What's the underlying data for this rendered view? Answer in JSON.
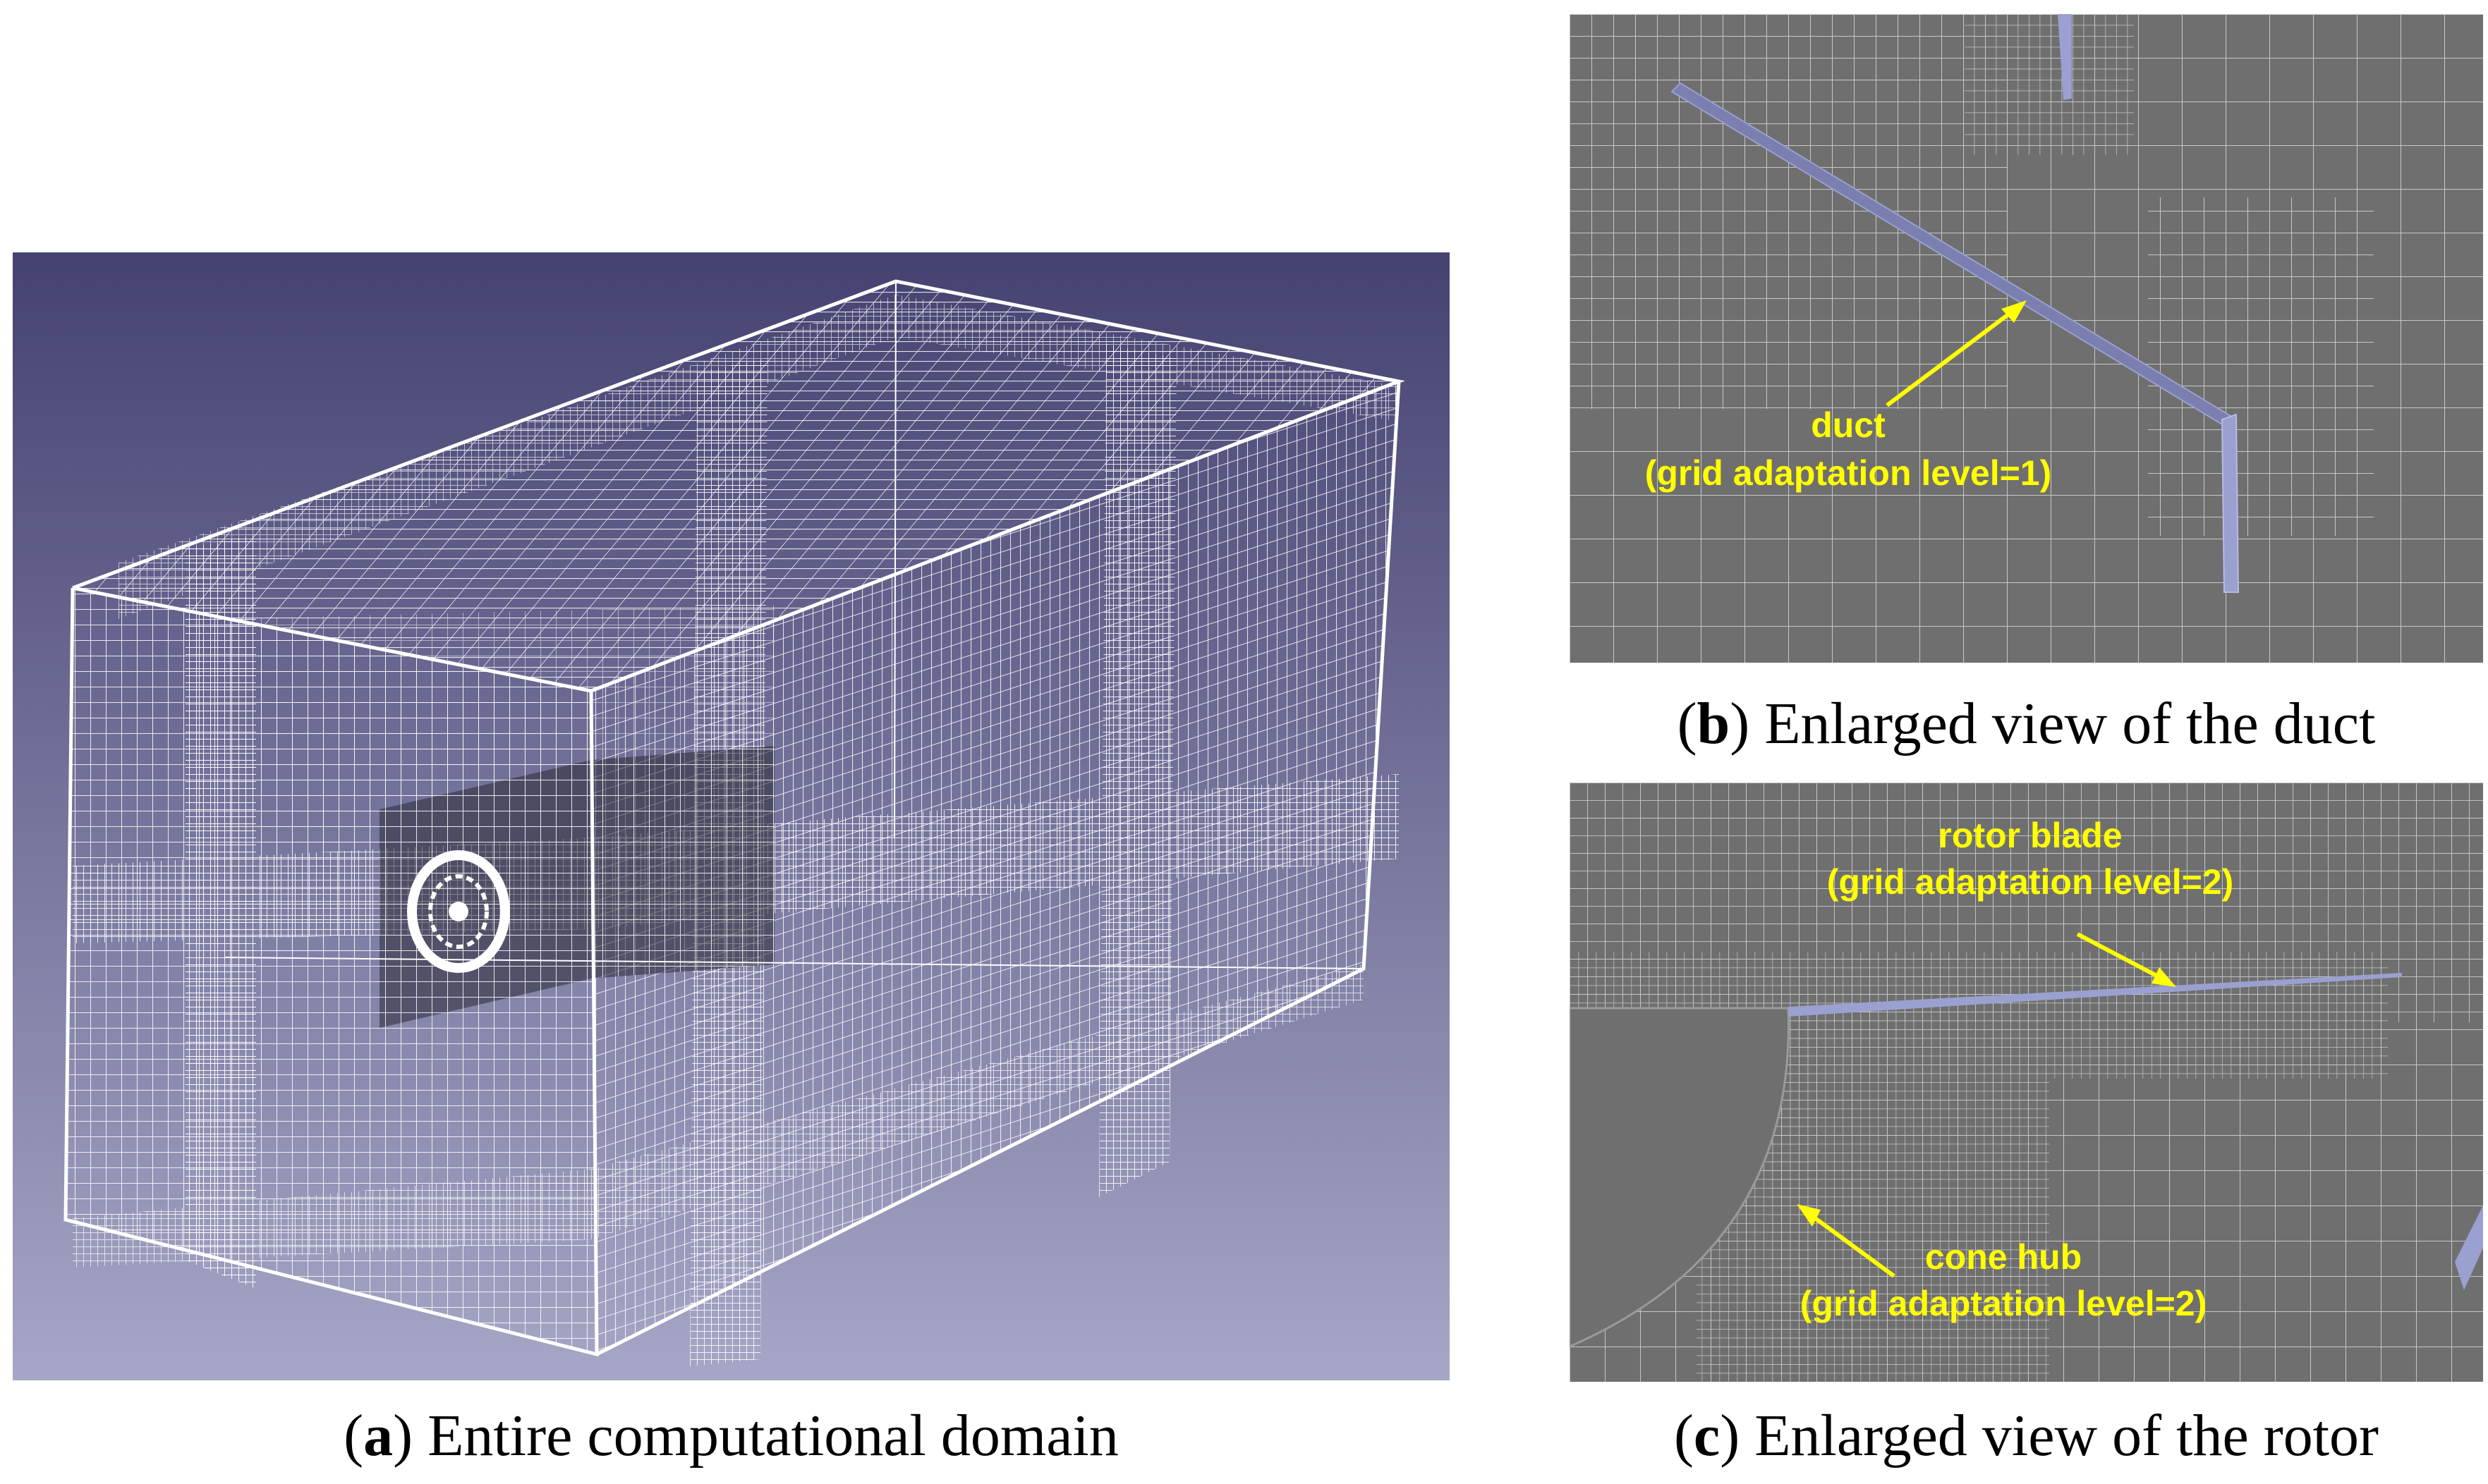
{
  "panels": {
    "a": {
      "letter": "a",
      "caption": "Entire computational domain"
    },
    "b": {
      "letter": "b",
      "caption": "Enlarged view of the duct"
    },
    "c": {
      "letter": "c",
      "caption": "Enlarged view of the rotor"
    }
  },
  "annotations": {
    "duct": {
      "line1": "duct",
      "line2": "(grid adaptation level=1)"
    },
    "rotor_blade": {
      "line1": "rotor blade",
      "line2": "(grid adaptation level=2)"
    },
    "cone_hub": {
      "line1": "cone hub",
      "line2": "(grid adaptation level=2)"
    }
  },
  "colors": {
    "background_top": "#454271",
    "background_bottom": "#a6a6c6",
    "mesh": "#ffffff",
    "enlarged_bg": "#6f6f6f",
    "annotation": "#ffff00",
    "duct": "#7a7fb0"
  }
}
